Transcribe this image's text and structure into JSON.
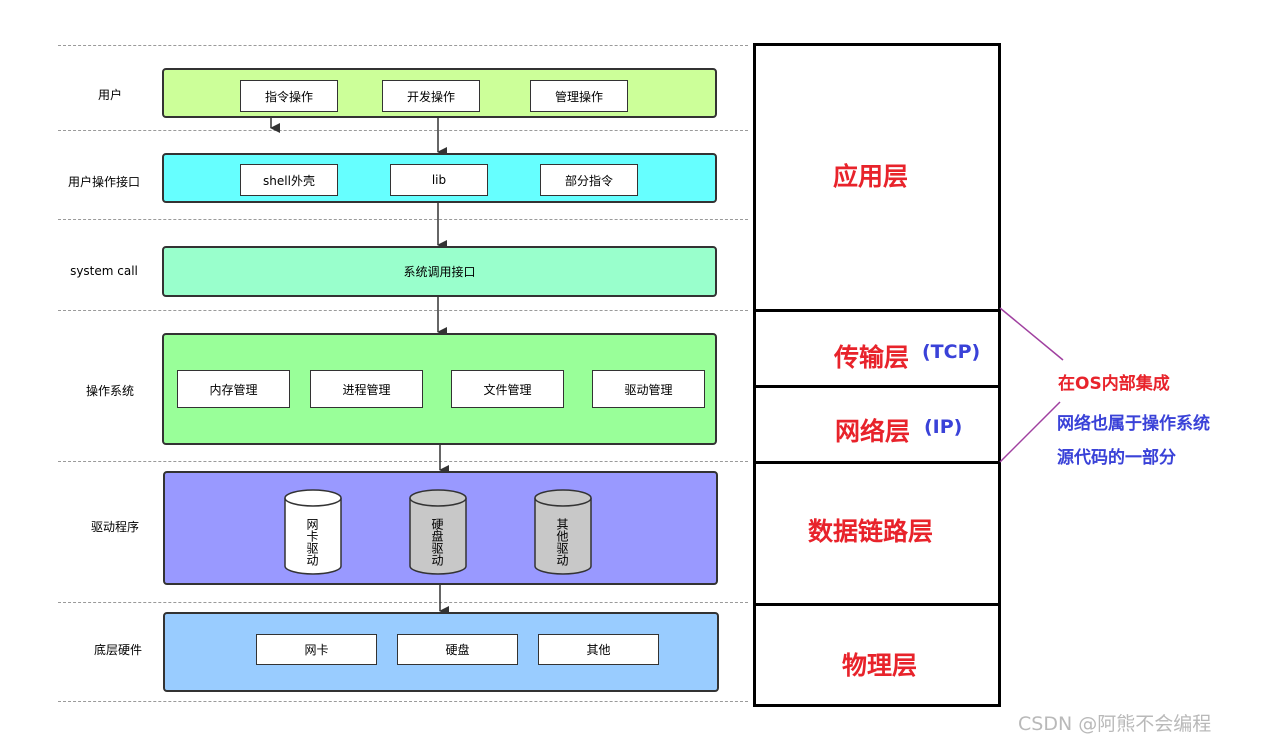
{
  "rows": {
    "user": "用户",
    "user_interface": "用户操作接口",
    "system_call": "system call",
    "os": "操作系统",
    "drivers": "驱动程序",
    "hardware": "底层硬件"
  },
  "user_band": {
    "items": [
      "指令操作",
      "开发操作",
      "管理操作"
    ]
  },
  "interface_band": {
    "items": [
      "shell外壳",
      "lib",
      "部分指令"
    ]
  },
  "syscall_band": {
    "label": "系统调用接口"
  },
  "os_band": {
    "items": [
      "内存管理",
      "进程管理",
      "文件管理",
      "驱动管理"
    ]
  },
  "driver_band": {
    "items": [
      "网卡驱动",
      "硬盘驱动",
      "其他驱动"
    ]
  },
  "hardware_band": {
    "items": [
      "网卡",
      "硬盘",
      "其他"
    ]
  },
  "layers": {
    "application": "应用层",
    "transport": "传输层",
    "transport_proto": "(TCP)",
    "network": "网络层",
    "network_proto": "(IP)",
    "datalink": "数据链路层",
    "physical": "物理层"
  },
  "notes": {
    "line1": "在OS内部集成",
    "line2": "网络也属于操作系统",
    "line3": "源代码的一部分"
  },
  "watermark": "CSDN @阿熊不会编程",
  "colors": {
    "user_band": "#ccff99",
    "interface_band": "#66ffff",
    "syscall_band": "#99ffcc",
    "os_band": "#99ff99",
    "driver_band": "#9999ff",
    "hardware_band": "#99ccff",
    "layer_red": "#e8232b",
    "note_blue": "#3a42d8",
    "connector": "#a040a0"
  }
}
